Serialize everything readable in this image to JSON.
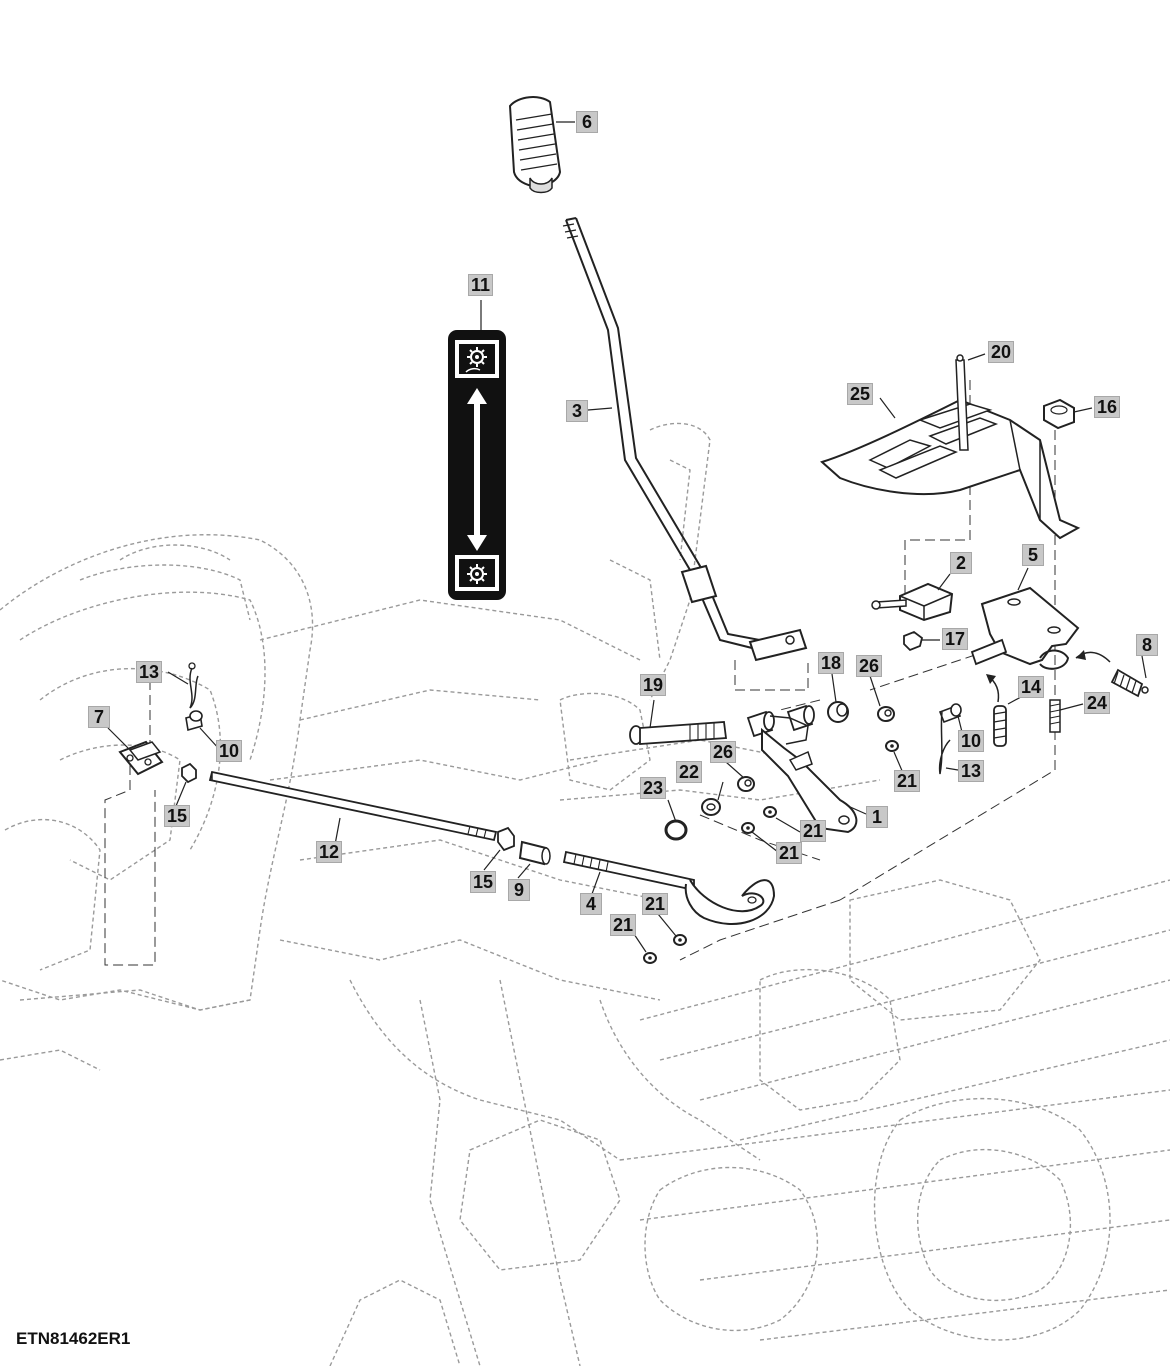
{
  "figure_id": "ETN81462ER1",
  "callouts": {
    "c1": "1",
    "c2": "2",
    "c3": "3",
    "c4": "4",
    "c5": "5",
    "c6": "6",
    "c7": "7",
    "c8": "8",
    "c9": "9",
    "c10a": "10",
    "c10b": "10",
    "c11": "11",
    "c12": "12",
    "c13a": "13",
    "c13b": "13",
    "c14": "14",
    "c15a": "15",
    "c15b": "15",
    "c16": "16",
    "c17": "17",
    "c18": "18",
    "c19": "19",
    "c20": "20",
    "c21a": "21",
    "c21b": "21",
    "c21c": "21",
    "c21d": "21",
    "c21e": "21",
    "c22": "22",
    "c23": "23",
    "c24": "24",
    "c25": "25",
    "c26a": "26",
    "c26b": "26"
  },
  "decal_icons": [
    "gear-icon",
    "double-arrow-icon",
    "gear-icon"
  ],
  "colors": {
    "line": "#222222",
    "ghost": "#9a9a9a",
    "callout_fill": "#c8c8c8",
    "decal": "#111111"
  }
}
